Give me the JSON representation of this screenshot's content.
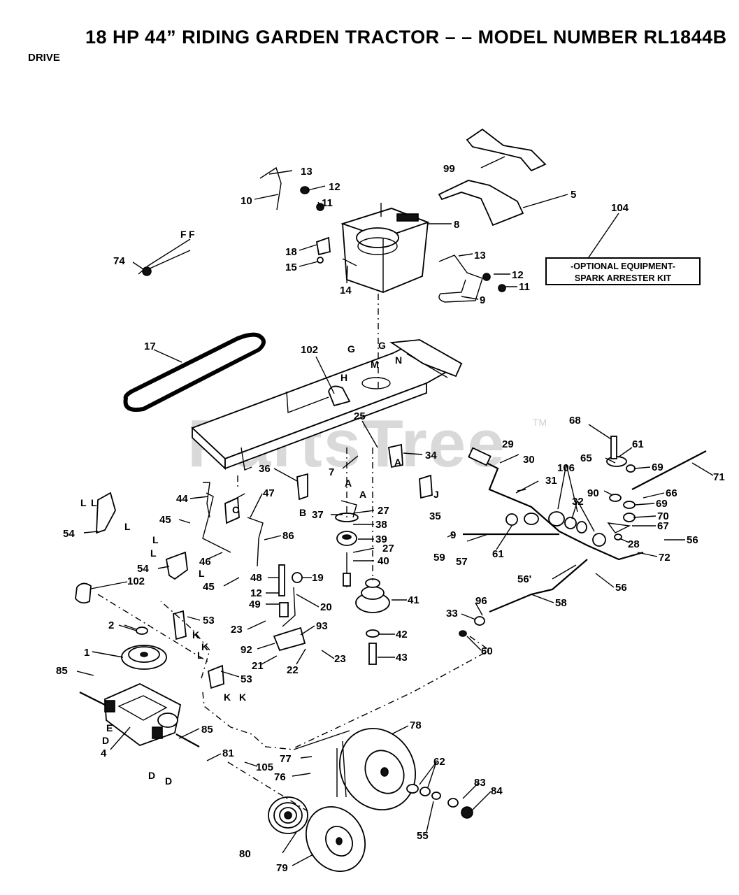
{
  "header": {
    "title": "18 HP 44” RIDING GARDEN TRACTOR – – MODEL NUMBER RL1844B",
    "section": "DRIVE"
  },
  "watermark": {
    "text": "PartsTree",
    "trademark": "TM"
  },
  "note": {
    "line1": "-OPTIONAL EQUIPMENT-",
    "line2": "SPARK ARRESTER KIT"
  },
  "callouts": {
    "c1": "1",
    "c2": "2",
    "c4": "4",
    "c5": "5",
    "c7": "7",
    "c8": "8",
    "c9a": "9",
    "c9b": "9",
    "c10": "10",
    "c11a": "11",
    "c11b": "11",
    "c12a": "12",
    "c12b": "12",
    "c12c": "12",
    "c13a": "13",
    "c13b": "13",
    "c14": "14",
    "c15": "15",
    "c17": "17",
    "c18": "18",
    "c19": "19",
    "c20": "20",
    "c21": "21",
    "c22": "22",
    "c23a": "23",
    "c23b": "23",
    "c25": "25",
    "c27a": "27",
    "c27b": "27",
    "c28": "28",
    "c29": "29",
    "c30": "30",
    "c31": "31",
    "c32": "32",
    "c33": "33",
    "c34": "34",
    "c35": "35",
    "c36": "36",
    "c37": "37",
    "c38": "38",
    "c39": "39",
    "c40": "40",
    "c41": "41",
    "c42": "42",
    "c43": "43",
    "c44": "44",
    "c45a": "45",
    "c45b": "45",
    "c46": "46",
    "c47": "47",
    "c48": "48",
    "c49": "49",
    "c53a": "53",
    "c53b": "53",
    "c54a": "54",
    "c54b": "54",
    "c55": "55",
    "c56a": "56",
    "c56b": "56'",
    "c56c": "56",
    "c57": "57",
    "c58": "58",
    "c59": "59",
    "c60": "60",
    "c61a": "61",
    "c61b": "61",
    "c62": "62",
    "c65": "65",
    "c66": "66",
    "c67": "67",
    "c68": "68",
    "c69a": "69",
    "c69b": "69",
    "c70": "70",
    "c71": "71",
    "c72": "72",
    "c74": "74",
    "c76": "76",
    "c77": "77",
    "c78": "78",
    "c79": "79",
    "c80": "80",
    "c81": "81",
    "c83": "83",
    "c84": "84",
    "c85a": "85",
    "c85b": "85",
    "c86": "86",
    "c90": "90",
    "c92": "92",
    "c93": "93",
    "c96": "96",
    "c99": "99",
    "c102a": "102",
    "c102b": "102",
    "c104": "104",
    "c105": "105",
    "c106": "106"
  },
  "letters": {
    "F": "F",
    "G1": "G",
    "G2": "G",
    "H": "H",
    "M": "M",
    "N": "N",
    "A1": "A",
    "A2": "A",
    "A3": "A",
    "B1": "B",
    "C": "C",
    "J": "J",
    "L": "L",
    "K": "K",
    "D": "D",
    "E": "E"
  }
}
